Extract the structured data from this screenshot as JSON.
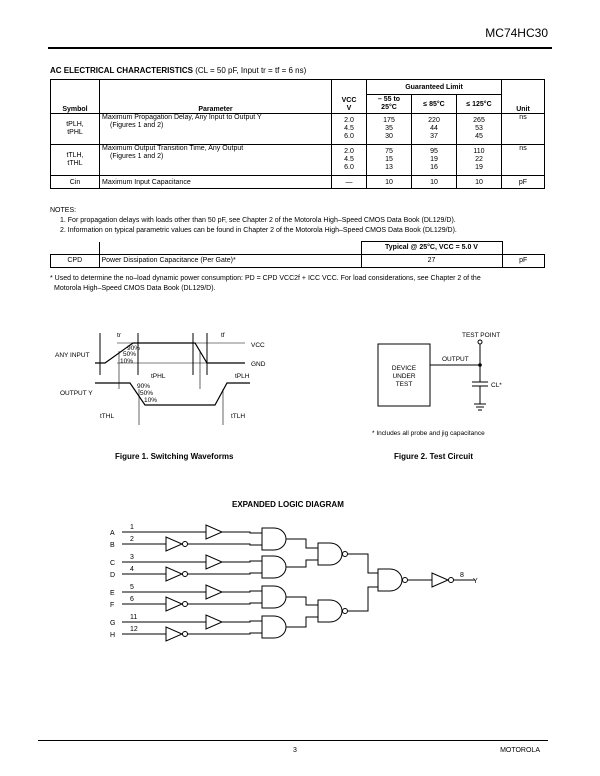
{
  "header": {
    "part_number": "MC74HC30",
    "page_number": "3",
    "brand": "MOTOROLA"
  },
  "ac": {
    "title": "AC ELECTRICAL CHARACTERISTICS",
    "conditions": "(CL = 50 pF, Input tr = tf = 6 ns)",
    "columns": {
      "symbol": "Symbol",
      "parameter": "Parameter",
      "vcc": "VCC",
      "vcc_unit": "V",
      "guaranteed": "Guaranteed Limit",
      "t1": "– 55 to",
      "t1b": "25°C",
      "t2": "≤ 85°C",
      "t3": "≤ 125°C",
      "unit": "Unit"
    },
    "rows": [
      {
        "sym1": "tPLH,",
        "sym2": "tPHL",
        "p1": "Maximum Propagation Delay, Any Input to Output Y",
        "p2": "(Figures 1 and 2)",
        "vcc": [
          "2.0",
          "4.5",
          "6.0"
        ],
        "a": [
          "175",
          "35",
          "30"
        ],
        "b": [
          "220",
          "44",
          "37"
        ],
        "c": [
          "265",
          "53",
          "45"
        ],
        "unit": "ns"
      },
      {
        "sym1": "tTLH,",
        "sym2": "tTHL",
        "p1": "Maximum Output Transition Time, Any Output",
        "p2": "(Figures 1 and 2)",
        "vcc": [
          "2.0",
          "4.5",
          "6.0"
        ],
        "a": [
          "75",
          "15",
          "13"
        ],
        "b": [
          "95",
          "19",
          "16"
        ],
        "c": [
          "110",
          "22",
          "19"
        ],
        "unit": "ns"
      },
      {
        "sym1": "Cin",
        "p1": "Maximum Input Capacitance",
        "vcc1": "—",
        "a1": "10",
        "b1": "10",
        "c1": "10",
        "unit": "pF"
      }
    ]
  },
  "notes": {
    "heading": "NOTES:",
    "n1": "1. For propagation delays with loads other than 50 pF, see Chapter 2 of the Motorola High–Speed CMOS Data Book (DL129/D).",
    "n2": "2. Information on typical parametric values can be found in Chapter 2 of the Motorola High–Speed CMOS Data Book (DL129/D)."
  },
  "cpd": {
    "header": "Typical @ 25°C, VCC = 5.0 V",
    "symbol": "CPD",
    "parameter": "Power Dissipation Capacitance (Per Gate)*",
    "value": "27",
    "unit": "pF",
    "footnote1": "* Used to determine the no–load dynamic power consumption: PD = CPD VCC2f + ICC VCC. For load considerations, see Chapter 2 of the",
    "footnote2": "Motorola High–Speed CMOS Data Book (DL129/D)."
  },
  "fig1": {
    "caption": "Figure 1. Switching Waveforms",
    "tr": "tr",
    "tf": "tf",
    "vcc": "VCC",
    "gnd": "GND",
    "any_input": "ANY INPUT",
    "output_y": "OUTPUT Y",
    "p90": "90%",
    "p50": "50%",
    "p10": "10%",
    "tphl": "tPHL",
    "tplh": "tPLH",
    "tthl": "tTHL",
    "ttlh": "tTLH"
  },
  "fig2": {
    "caption": "Figure 2. Test Circuit",
    "test_point": "TEST POINT",
    "output": "OUTPUT",
    "dut1": "DEVICE",
    "dut2": "UNDER",
    "dut3": "TEST",
    "cl": "CL*",
    "note": "* Includes all probe and jig capacitance"
  },
  "logic": {
    "title": "EXPANDED LOGIC DIAGRAM",
    "inputs": [
      {
        "name": "A",
        "pin": "1"
      },
      {
        "name": "B",
        "pin": "2"
      },
      {
        "name": "C",
        "pin": "3"
      },
      {
        "name": "D",
        "pin": "4"
      },
      {
        "name": "E",
        "pin": "5"
      },
      {
        "name": "F",
        "pin": "6"
      },
      {
        "name": "G",
        "pin": "11"
      },
      {
        "name": "H",
        "pin": "12"
      }
    ],
    "output": {
      "name": "Y",
      "pin": "8"
    }
  }
}
